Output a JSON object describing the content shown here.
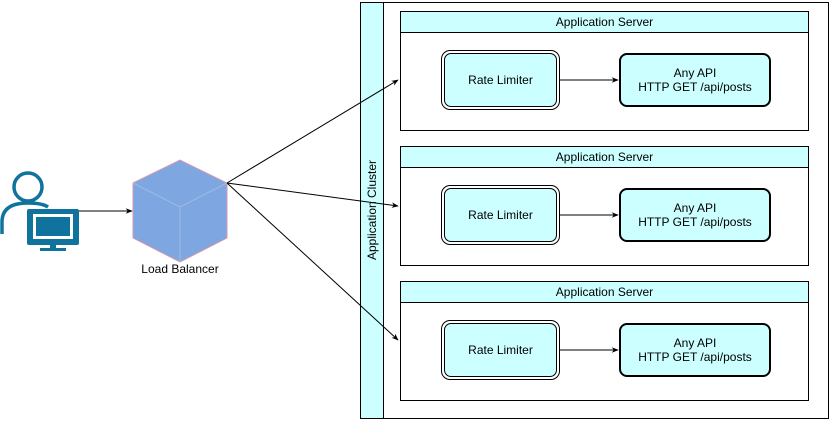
{
  "diagram": {
    "cluster_label": "Application Cluster",
    "load_balancer_label": "Load Balancer",
    "servers": [
      {
        "title": "Application Server",
        "limiter_label": "Rate Limiter",
        "api_line1": "Any API",
        "api_line2": "HTTP GET /api/posts"
      },
      {
        "title": "Application Server",
        "limiter_label": "Rate Limiter",
        "api_line1": "Any API",
        "api_line2": "HTTP GET /api/posts"
      },
      {
        "title": "Application Server",
        "limiter_label": "Rate Limiter",
        "api_line1": "Any API",
        "api_line2": "HTTP GET /api/posts"
      }
    ],
    "colors": {
      "header_fill": "#ccffff",
      "load_balancer_fill": "#7ea6e0",
      "load_balancer_stroke": "#b85450",
      "user_icon_color": "#10739e",
      "stroke": "#000000"
    },
    "icons": {
      "user": "user-at-computer-icon",
      "load_balancer": "cube-icon"
    }
  }
}
